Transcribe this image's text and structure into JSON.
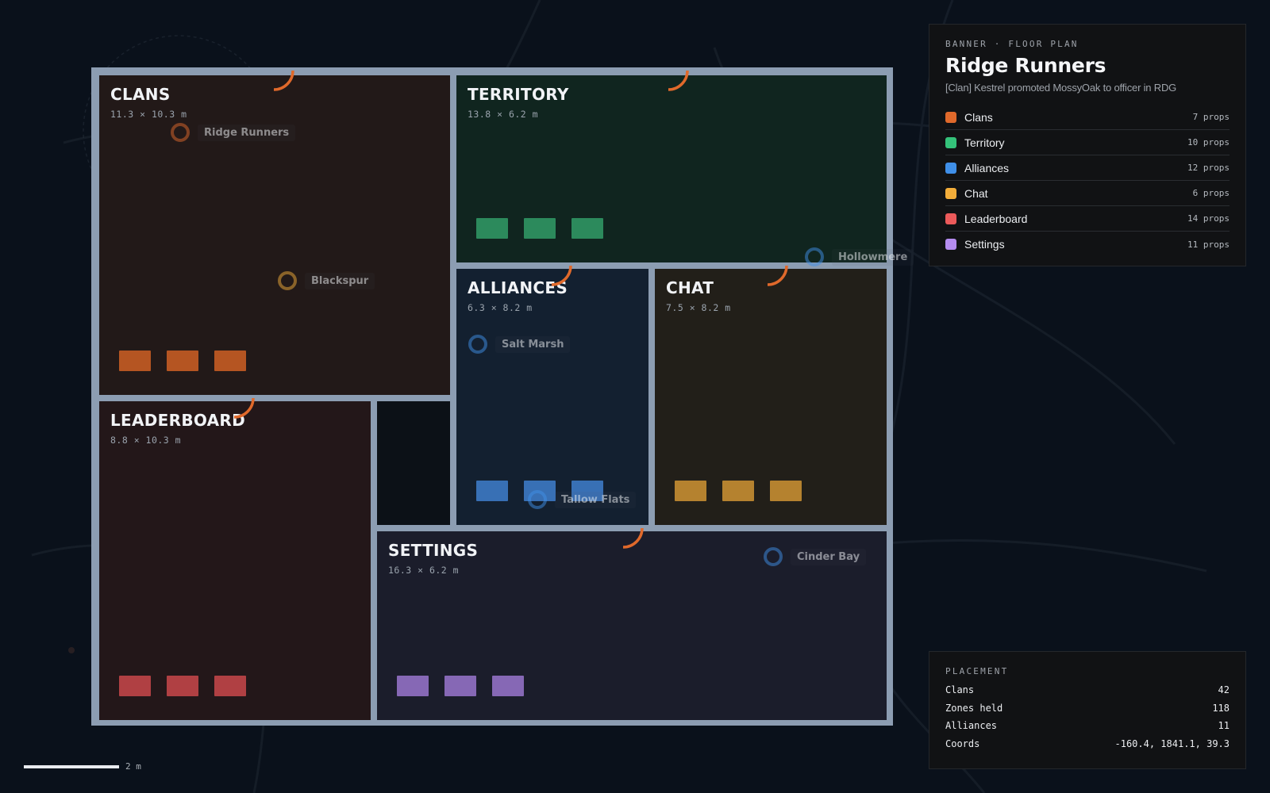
{
  "legend": {
    "eyebrow": "BANNER · FLOOR PLAN",
    "title": "Ridge Runners",
    "subtitle": "[Clan] Kestrel promoted MossyOak to officer in RDG",
    "items": [
      {
        "label": "Clans",
        "count": "7 props",
        "color": "#e0692b"
      },
      {
        "label": "Territory",
        "count": "10 props",
        "color": "#34c27a"
      },
      {
        "label": "Alliances",
        "count": "12 props",
        "color": "#3f8fe8"
      },
      {
        "label": "Chat",
        "count": "6 props",
        "color": "#f2ad3a"
      },
      {
        "label": "Leaderboard",
        "count": "14 props",
        "color": "#ec5a5a"
      },
      {
        "label": "Settings",
        "count": "11 props",
        "color": "#b58cf0"
      }
    ]
  },
  "placement": {
    "eyebrow": "PLACEMENT",
    "stats": [
      {
        "label": "Clans",
        "value": "42"
      },
      {
        "label": "Zones held",
        "value": "118"
      },
      {
        "label": "Alliances",
        "value": "11"
      },
      {
        "label": "Coords",
        "value": "-160.4, 1841.1, 39.3"
      }
    ]
  },
  "rooms": {
    "clans": {
      "name": "CLANS",
      "dims": "11.3 × 10.3 m",
      "prop_color": "#b55522"
    },
    "territory": {
      "name": "TERRITORY",
      "dims": "13.8 × 6.2 m",
      "prop_color": "#2c8a5c"
    },
    "alliances": {
      "name": "ALLIANCES",
      "dims": "6.3 × 8.2 m",
      "prop_color": "#3870b5"
    },
    "chat": {
      "name": "CHAT",
      "dims": "7.5 × 8.2 m",
      "prop_color": "#b5822f"
    },
    "leaderboard": {
      "name": "LEADERBOARD",
      "dims": "8.8 × 10.3 m",
      "prop_color": "#b04043"
    },
    "settings": {
      "name": "SETTINGS",
      "dims": "16.3 × 6.2 m",
      "prop_color": "#8668b5"
    }
  },
  "door_color": "#e0692b",
  "map_labels": [
    {
      "label": "Ridge Runners",
      "color": "#e0692b"
    },
    {
      "label": "Blackspur",
      "color": "#f2ad3a"
    },
    {
      "label": "Salt Marsh",
      "color": "#3f8fe8"
    },
    {
      "label": "Tallow Flats",
      "color": "#3f8fe8"
    },
    {
      "label": "Hollowmere",
      "color": "#3f8fe8"
    },
    {
      "label": "Cinder Bay",
      "color": "#3f8fe8"
    }
  ],
  "scale": {
    "label": "2 m"
  }
}
